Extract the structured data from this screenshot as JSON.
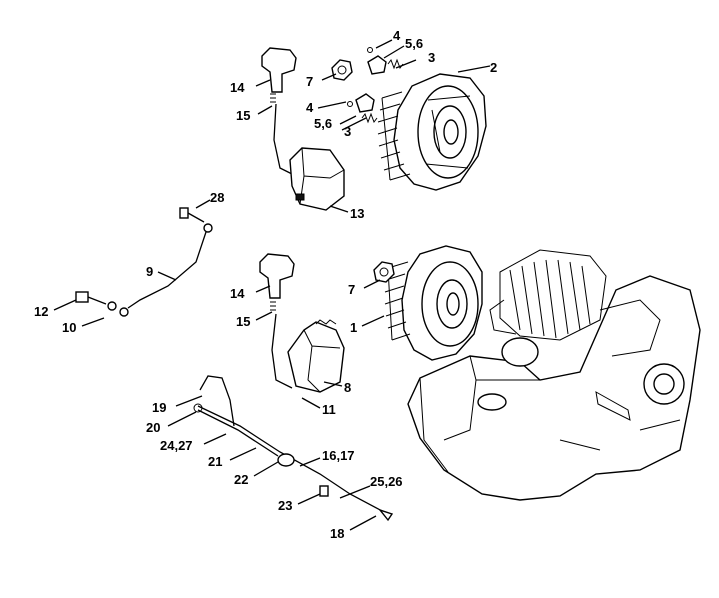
{
  "labels": {
    "l2": "2",
    "l3a": "3",
    "l4a": "4",
    "l56a": "5,6",
    "l7a": "7",
    "l14a": "14",
    "l15a": "15",
    "l4b": "4",
    "l56b": "5,6",
    "l3b": "3",
    "l13": "13",
    "l28": "28",
    "l9": "9",
    "l12": "12",
    "l10": "10",
    "l14b": "14",
    "l7b": "7",
    "l15b": "15",
    "l1": "1",
    "l8": "8",
    "l11": "11",
    "l19": "19",
    "l20": "20",
    "l2427": "24,27",
    "l21": "21",
    "l1617": "16,17",
    "l22": "22",
    "l2526": "25,26",
    "l23": "23",
    "l18": "18"
  }
}
